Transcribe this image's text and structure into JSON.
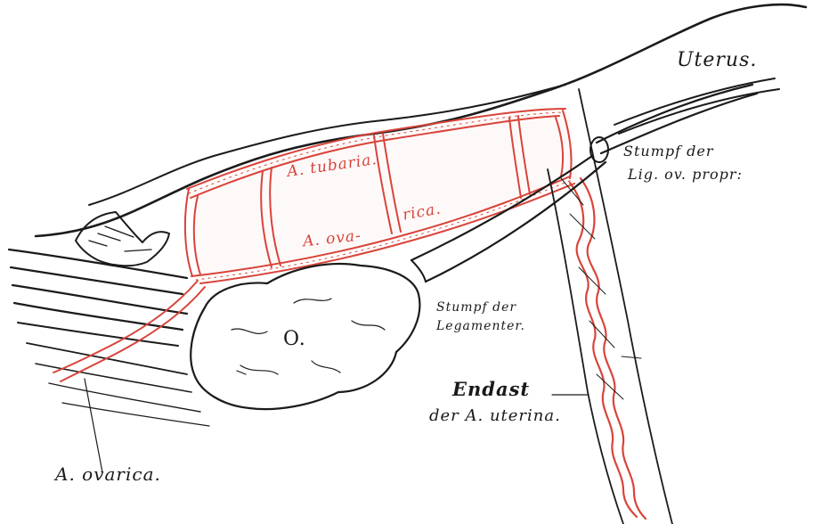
{
  "labels": {
    "uterus": "Uterus.",
    "stumpf_lig": "Stumpf der",
    "stumpf_lig_2": "Lig. ov. propr:",
    "a_tubaria": "A. tubaria.",
    "a_ovarica_upper": "A. ova-",
    "a_ovarica_upper_2": "rica.",
    "ovary": "O.",
    "stumpf_lig_mesov": "Stumpf der",
    "stumpf_lig_mesov_2": "Legamenter.",
    "endast": "Endast",
    "endast_2": "der A. uterina.",
    "a_ovarica_lower": "A. ovarica."
  },
  "colors": {
    "ink": "#1b1b1b",
    "artery": "#d9443a",
    "artery_fill": "#f4b7b0",
    "background": "#ffffff"
  }
}
